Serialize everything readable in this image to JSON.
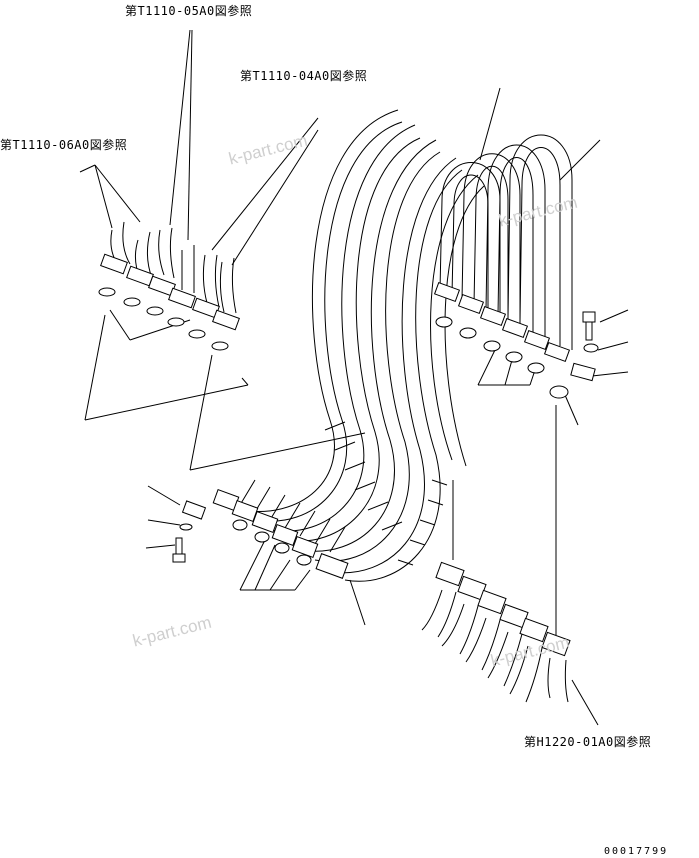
{
  "references": {
    "ref_05": "第T1110-05A0図参照",
    "ref_04": "第T1110-04A0図参照",
    "ref_06": "第T1110-06A0図参照",
    "ref_h1220": "第H1220-01A0図参照"
  },
  "watermark": "k-part.com",
  "doc_number": "00017799"
}
